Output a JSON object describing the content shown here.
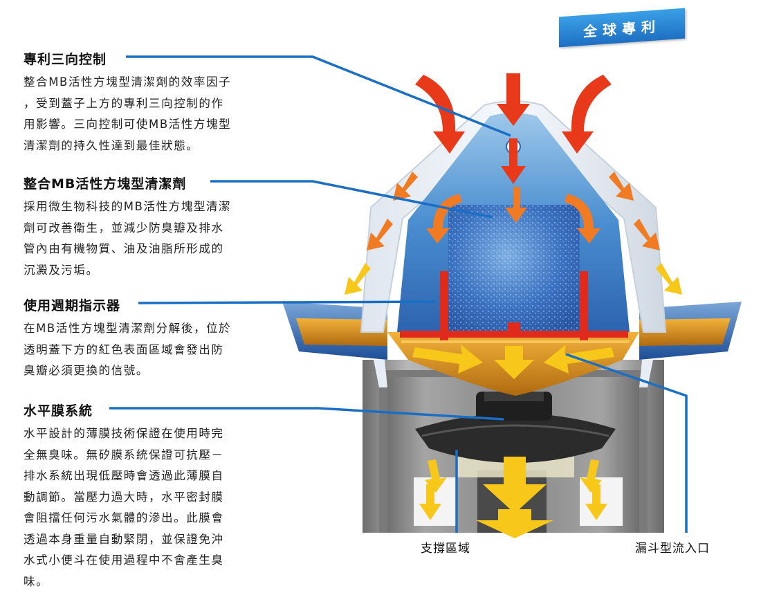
{
  "badge": "全球專利",
  "sections": [
    {
      "title": "專利三向控制",
      "lines": [
        "整合MB活性方塊型清潔劑的效率因子",
        "，受到蓋子上方的專利三向控制的作",
        "用影響。三向控制可使MB活性方塊型",
        "清潔劑的持久性達到最佳狀態。"
      ]
    },
    {
      "title": "整合MB活性方塊型清潔劑",
      "lines": [
        "採用微生物科技的MB活性方塊型清潔",
        "劑可改善衛生，並減少防臭瓣及排水",
        "管內由有機物質、油及油脂所形成的",
        "沉澱及污垢。"
      ]
    },
    {
      "title": "使用週期指示器",
      "lines": [
        "在MB活性方塊型清潔劑分解後，位於",
        "透明蓋下方的紅色表面區域會發出防",
        "臭瓣必須更換的信號。"
      ]
    },
    {
      "title": "水平膜系統",
      "lines": [
        "水平設計的薄膜技術保證在使用時完",
        "全無臭味。無矽膜系統保證可抗壓－",
        "排水系統出現低壓時會透過此薄膜自",
        "動調節。當壓力過大時，水平密封膜",
        "會阻擋任何污水氣體的滲出。此膜會",
        "透過本身重量自動緊閉，並保證免沖",
        "水式小便斗在使用過程中不會產生臭",
        "味。"
      ]
    }
  ],
  "captions": {
    "support": "支撐區域",
    "funnel": "漏斗型流入口"
  },
  "colors": {
    "leader_line": "#1a6fc4",
    "dome_blue": "#3f82c8",
    "cartridge": "#2d63b5",
    "arrow_red": "#e8391a",
    "arrow_orange": "#f07b22",
    "arrow_yellow": "#f7d31a",
    "indicator_red": "#e02a1c",
    "body_gray": "#8e8e8e"
  }
}
